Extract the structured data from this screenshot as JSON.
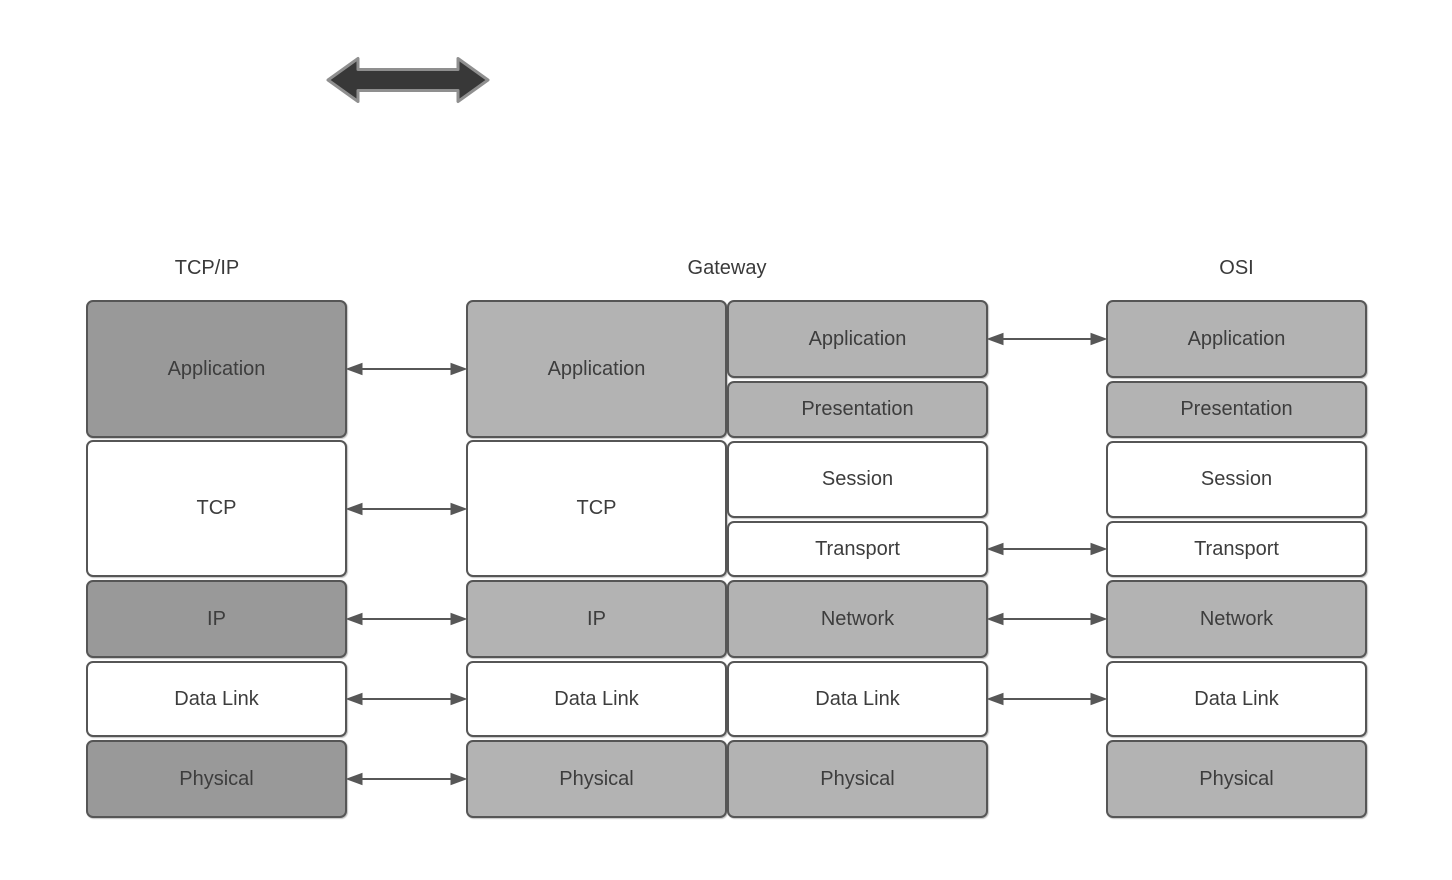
{
  "headers": {
    "tcpip": "TCP/IP",
    "gateway": "Gateway",
    "osi": "OSI"
  },
  "stacks": {
    "tcpip": [
      {
        "label": "Application",
        "shade": "dark"
      },
      {
        "label": "TCP",
        "shade": "white"
      },
      {
        "label": "IP",
        "shade": "dark"
      },
      {
        "label": "Data Link",
        "shade": "white"
      },
      {
        "label": "Physical",
        "shade": "dark"
      }
    ],
    "gateway_left": [
      {
        "label": "Application",
        "shade": "light"
      },
      {
        "label": "TCP",
        "shade": "white"
      },
      {
        "label": "IP",
        "shade": "light"
      },
      {
        "label": "Data Link",
        "shade": "white"
      },
      {
        "label": "Physical",
        "shade": "light"
      }
    ],
    "gateway_right": [
      {
        "label": "Application",
        "shade": "light"
      },
      {
        "label": "Presentation",
        "shade": "light"
      },
      {
        "label": "Session",
        "shade": "white"
      },
      {
        "label": "Transport",
        "shade": "white"
      },
      {
        "label": "Network",
        "shade": "light"
      },
      {
        "label": "Data Link",
        "shade": "white"
      },
      {
        "label": "Physical",
        "shade": "light"
      }
    ],
    "osi": [
      {
        "label": "Application",
        "shade": "light"
      },
      {
        "label": "Presentation",
        "shade": "light"
      },
      {
        "label": "Session",
        "shade": "white"
      },
      {
        "label": "Transport",
        "shade": "white"
      },
      {
        "label": "Network",
        "shade": "light"
      },
      {
        "label": "Data Link",
        "shade": "white"
      },
      {
        "label": "Physical",
        "shade": "light"
      }
    ]
  },
  "icons": {
    "top_arrow": "thick-double-headed-horizontal-arrow",
    "link_arrows": "thin-double-headed-horizontal-arrow"
  },
  "colors": {
    "box_dark": "#999999",
    "box_light": "#b3b3b3",
    "box_white": "#ffffff",
    "box_border": "#565656",
    "label_text": "#3d3d3d",
    "link_arrow": "#575757",
    "top_arrow_fill": "#383838",
    "top_arrow_outline": "#8f8f8f",
    "background": "#ffffff"
  }
}
